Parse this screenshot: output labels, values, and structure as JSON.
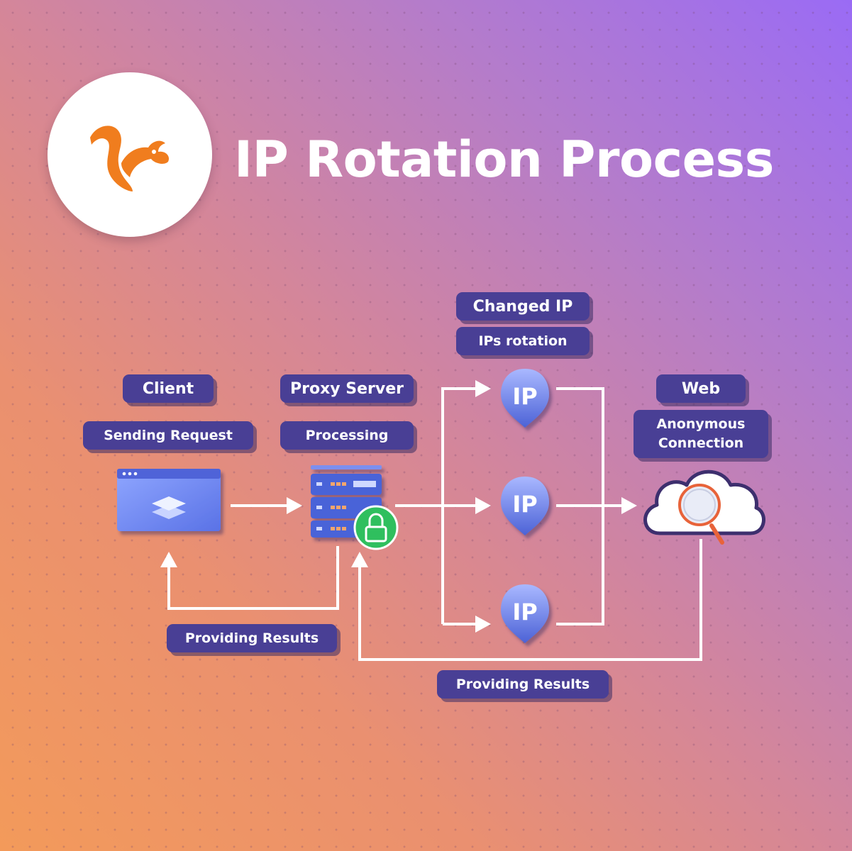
{
  "title": "IP Rotation Process",
  "logo": {
    "icon": "squirrel-logo-icon",
    "color": "#f07d1e"
  },
  "nodes": {
    "client": {
      "label": "Client",
      "action": "Sending Request",
      "icon": "browser-window-icon"
    },
    "proxy": {
      "label": "Proxy Server",
      "action": "Processing",
      "icon": "server-lock-icon"
    },
    "rotation": {
      "label": "Changed IP",
      "action": "IPs rotation"
    },
    "web": {
      "label": "Web",
      "action_line1": "Anonymous",
      "action_line2": "Connection",
      "icon": "cloud-search-icon"
    }
  },
  "ip_pins": [
    {
      "text": "IP"
    },
    {
      "text": "IP"
    },
    {
      "text": "IP"
    }
  ],
  "results": {
    "to_client": "Providing Results",
    "to_proxy": "Providing Results"
  },
  "colors": {
    "pill": "#493f95",
    "accent": "#f07d1e",
    "lock": "#2fbf5e",
    "server": "#4a63d8",
    "magnifier": "#e8633a"
  }
}
